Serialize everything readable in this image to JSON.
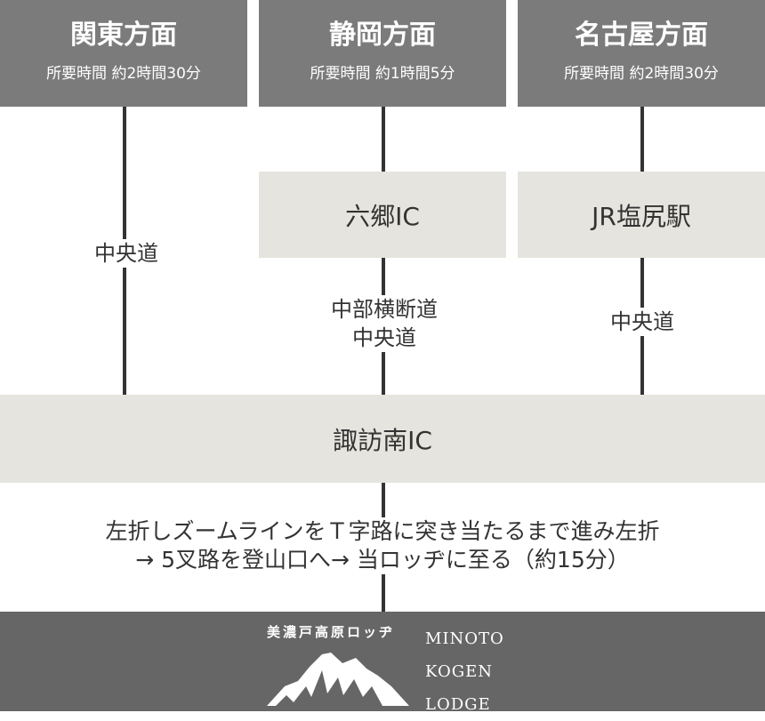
{
  "columns": [
    {
      "title": "関東方面",
      "time": "所要時間 約2時間30分",
      "road": "中央道"
    },
    {
      "title": "静岡方面",
      "time": "所要時間 約1時間5分",
      "stop": "六郷IC",
      "road_lines": [
        "中部横断道",
        "中央道"
      ]
    },
    {
      "title": "名古屋方面",
      "time": "所要時間 約2時間30分",
      "stop": "JR塩尻駅",
      "road": "中央道"
    }
  ],
  "junction": "諏訪南IC",
  "route_lines": [
    "左折しズームラインをＴ字路に突き当たるまで進み左折",
    "→ 5叉路を登山口へ→ 当ロッヂに至る（約15分）"
  ],
  "footer": {
    "logo_jp": "美濃戸高原ロッヂ",
    "logo_en": [
      "MINOTO",
      "KOGEN",
      "LODGE"
    ]
  },
  "colors": {
    "header": "#7b7b7b",
    "box": "#e6e4de",
    "footer": "#666666",
    "line": "#333333"
  }
}
